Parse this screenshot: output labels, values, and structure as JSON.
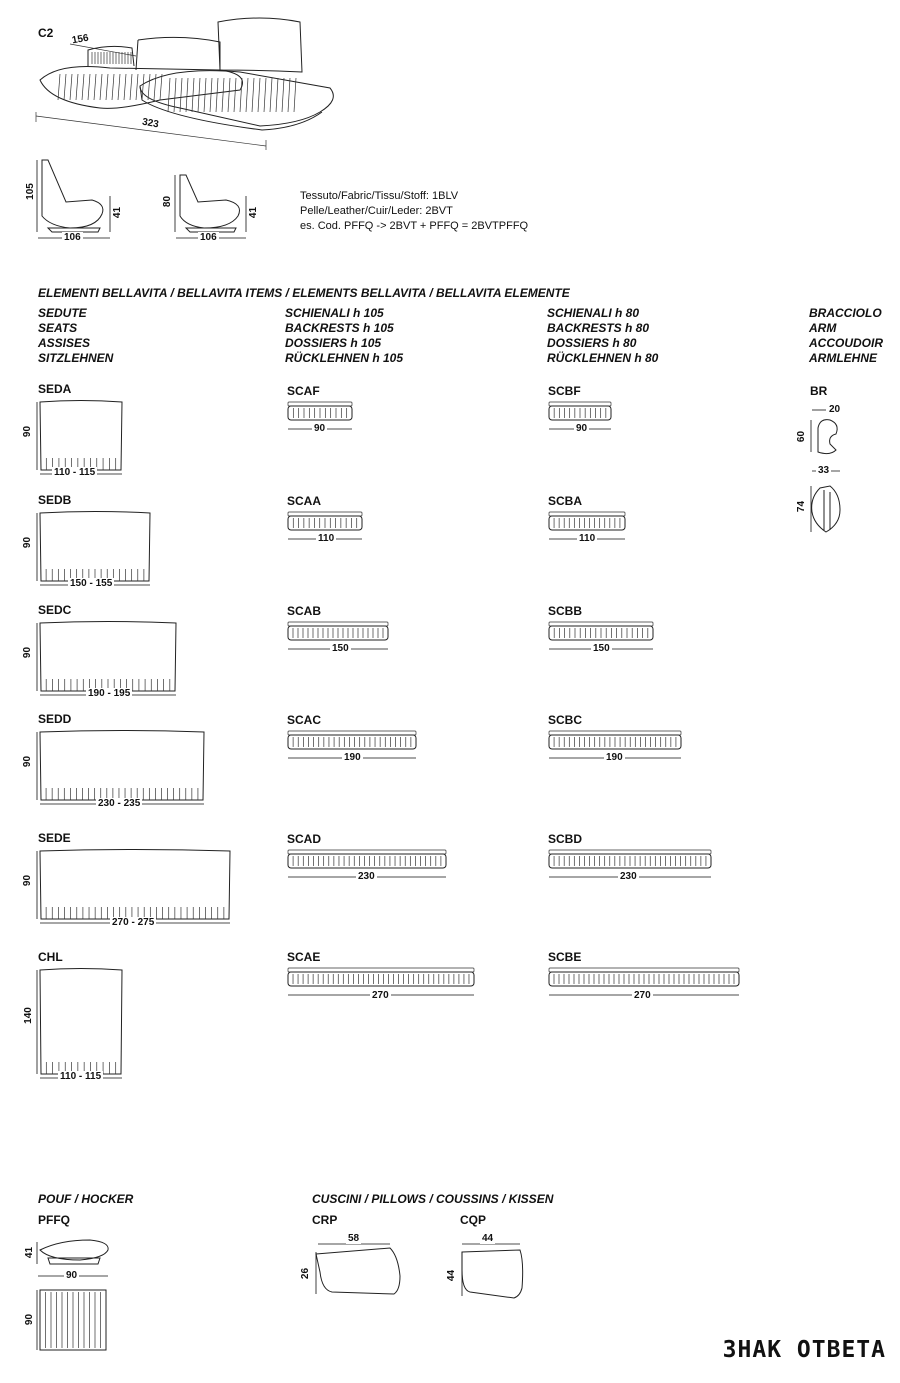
{
  "top": {
    "config_code": "C2",
    "dim_width_top": "156",
    "dim_length": "323",
    "fabric_code": "Tessuto/Fabric/Tissu/Stoff: 1BLV",
    "leather_code": "Pelle/Leather/Cuir/Leder: 2BVT",
    "example_code": "es. Cod. PFFQ -> 2BVT + PFFQ = 2BVTPFFQ",
    "profile1": {
      "height": "105",
      "seat_h": "41",
      "depth": "106"
    },
    "profile2": {
      "height": "80",
      "seat_h": "41",
      "depth": "106"
    }
  },
  "section_title": "ELEMENTI BELLAVITA / BELLAVITA ITEMS / ELEMENTS BELLAVITA / BELLAVITA ELEMENTE",
  "columns": [
    {
      "l1": "SEDUTE",
      "l2": "SEATS",
      "l3": "ASSISES",
      "l4": "SITZLEHNEN"
    },
    {
      "l1": "SCHIENALI h 105",
      "l2": "BACKRESTS h 105",
      "l3": "DOSSIERS h 105",
      "l4": "RÜCKLEHNEN h 105"
    },
    {
      "l1": "SCHIENALI h 80",
      "l2": "BACKRESTS h 80",
      "l3": "DOSSIERS h 80",
      "l4": "RÜCKLEHNEN h 80"
    },
    {
      "l1": "BRACCIOLO",
      "l2": "ARM",
      "l3": "ACCOUDOIR",
      "l4": "ARMLEHNE"
    }
  ],
  "seats": [
    {
      "code": "SEDA",
      "depth": "90",
      "width": "110 - 115"
    },
    {
      "code": "SEDB",
      "depth": "90",
      "width": "150 - 155"
    },
    {
      "code": "SEDC",
      "depth": "90",
      "width": "190 - 195"
    },
    {
      "code": "SEDD",
      "depth": "90",
      "width": "230 - 235"
    },
    {
      "code": "SEDE",
      "depth": "90",
      "width": "270 - 275"
    },
    {
      "code": "CHL",
      "depth": "140",
      "width": "110 - 115"
    }
  ],
  "backrests105": [
    {
      "code": "SCAF",
      "width": "90"
    },
    {
      "code": "SCAA",
      "width": "110"
    },
    {
      "code": "SCAB",
      "width": "150"
    },
    {
      "code": "SCAC",
      "width": "190"
    },
    {
      "code": "SCAD",
      "width": "230"
    },
    {
      "code": "SCAE",
      "width": "270"
    }
  ],
  "backrests80": [
    {
      "code": "SCBF",
      "width": "90"
    },
    {
      "code": "SCBA",
      "width": "110"
    },
    {
      "code": "SCBB",
      "width": "150"
    },
    {
      "code": "SCBC",
      "width": "190"
    },
    {
      "code": "SCBD",
      "width": "230"
    },
    {
      "code": "SCBE",
      "width": "270"
    }
  ],
  "arm": {
    "code": "BR",
    "top_w": "20",
    "side_h": "60",
    "mid_w": "33",
    "front_h": "74"
  },
  "pouf": {
    "title": "POUF / HOCKER",
    "code": "PFFQ",
    "height": "41",
    "width": "90",
    "depth": "90"
  },
  "pillows": {
    "title": "CUSCINI / PILLOWS / COUSSINS / KISSEN",
    "items": [
      {
        "code": "CRP",
        "width": "58",
        "height": "26"
      },
      {
        "code": "CQP",
        "width": "44",
        "height": "44"
      }
    ]
  },
  "watermark": "ЗНАК ОТВЕТА"
}
